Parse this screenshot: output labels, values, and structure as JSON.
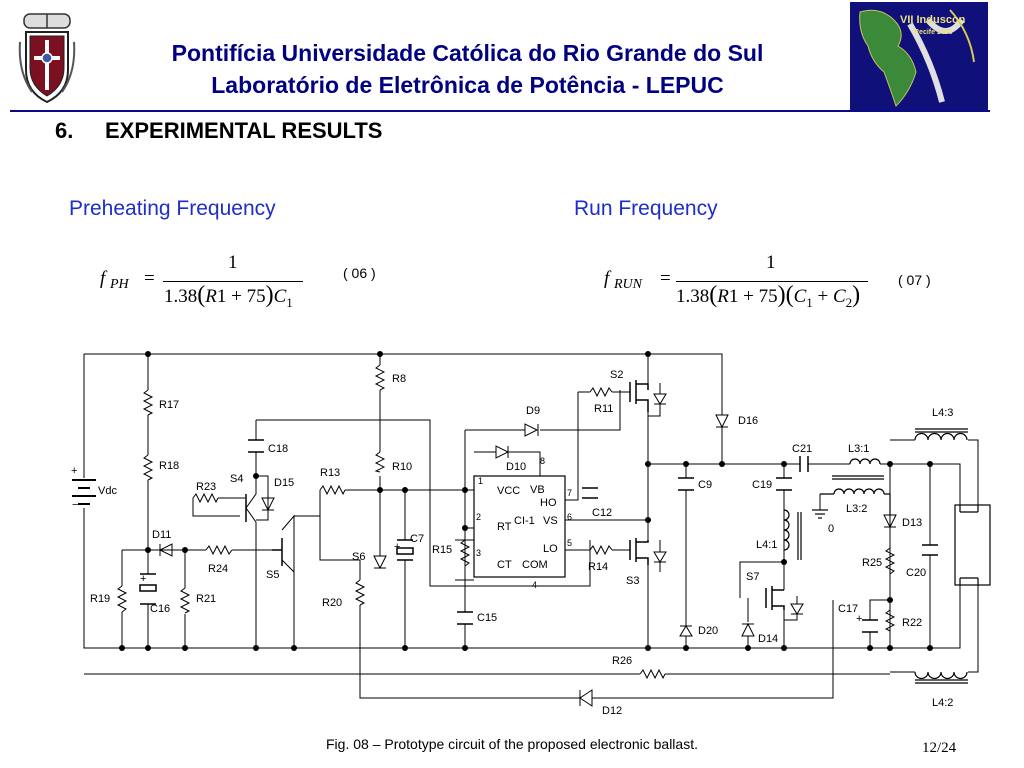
{
  "header": {
    "line1": "Pontifícia Universidade Católica do Rio Grande do Sul",
    "line2": "Laboratório de Eletrônica de Potência - LEPUC",
    "logo_text1": "VII Induscon",
    "logo_text2": "Recife 2006"
  },
  "section": {
    "number": "6.",
    "title": "EXPERIMENTAL RESULTS"
  },
  "subtitles": {
    "left": "Preheating Frequency",
    "right": "Run Frequency"
  },
  "equations": {
    "eq1": {
      "f": "f",
      "sub": "PH",
      "equals": "=",
      "num": "1",
      "den_a": "1.38",
      "den_r": "R",
      "den_r_idx": "1",
      "den_plus": "+ 75",
      "den_c": "C",
      "den_c_idx": "1",
      "number": "( 06 )"
    },
    "eq2": {
      "f": "f",
      "sub": "RUN",
      "equals": "=",
      "num": "1",
      "den_a": "1.38",
      "den_r": "R",
      "den_r_idx": "1",
      "den_plus": "+ 75",
      "den_c1": "C",
      "den_c1_idx": "1",
      "den_mid": "+",
      "den_c2": "C",
      "den_c2_idx": "2",
      "number": "( 07 )"
    }
  },
  "circuit_labels": {
    "R8": "R8",
    "R10": "R10",
    "R11": "R11",
    "R13": "R13",
    "R14": "R14",
    "R15": "R15",
    "R17": "R17",
    "R18": "R18",
    "R19": "R19",
    "R20": "R20",
    "R21": "R21",
    "R22": "R22",
    "R23": "R23",
    "R24": "R24",
    "R25": "R25",
    "R26": "R26",
    "S2": "S2",
    "S3": "S3",
    "S4": "S4",
    "S5": "S5",
    "S6": "S6",
    "S7": "S7",
    "D9": "D9",
    "D10": "D10",
    "D11": "D11",
    "D12": "D12",
    "D13": "D13",
    "D14": "D14",
    "D15": "D15",
    "D16": "D16",
    "D20": "D20",
    "C7": "C7",
    "C9": "C9",
    "C12": "C12",
    "C15": "C15",
    "C16": "C16",
    "C17": "C17",
    "C18": "C18",
    "C19": "C19",
    "C20": "C20",
    "C21": "C21",
    "L3_1": "L3:1",
    "L3_2": "L3:2",
    "L4_1": "L4:1",
    "L4_2": "L4:2",
    "L4_3": "L4:3",
    "Vdc": "Vdc",
    "plus": "+",
    "minus": "−",
    "zero": "0",
    "ic_name": "CI-1",
    "ic_vcc": "VCC",
    "ic_vb": "VB",
    "ic_ho": "HO",
    "ic_rt": "RT",
    "ic_vs": "VS",
    "ic_ct": "CT",
    "ic_com": "COM",
    "ic_lo": "LO",
    "pin1": "1",
    "pin2": "2",
    "pin3": "3",
    "pin4": "4",
    "pin5": "5",
    "pin6": "6",
    "pin7": "7",
    "pin8": "8"
  },
  "caption": "Fig. 08 – Prototype circuit of the proposed electronic ballast.",
  "page_number": "12/24"
}
